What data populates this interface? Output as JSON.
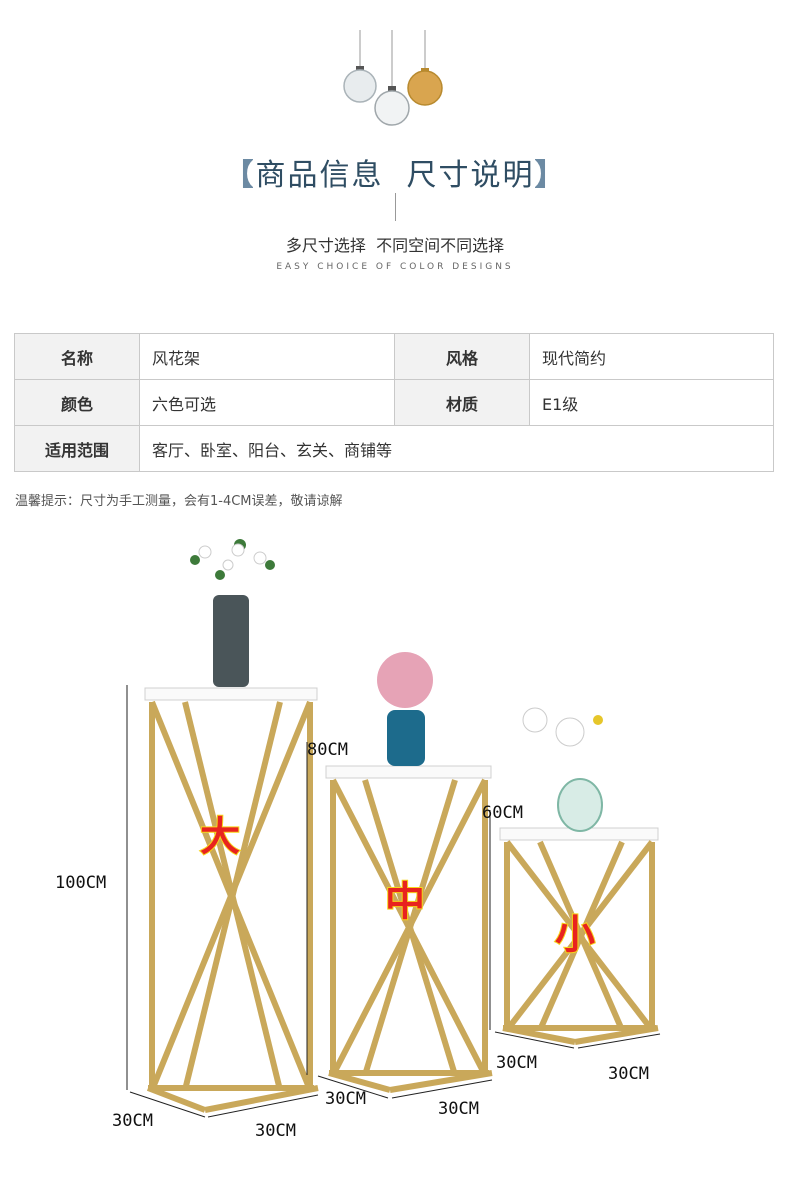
{
  "header": {
    "title_left_bracket": "【",
    "title": "商品信息  尺寸说明",
    "title_right_bracket": "】",
    "subtitle": "多尺寸选择  不同空间不同选择",
    "tagline": "EASY CHOICE OF COLOR DESIGNS"
  },
  "spec_table": {
    "rows": [
      {
        "k1": "名称",
        "v1": "风花架",
        "k2": "风格",
        "v2": "现代简约"
      },
      {
        "k1": "颜色",
        "v1": "六色可选",
        "k2": "材质",
        "v2": "E1级"
      },
      {
        "k1": "适用范围",
        "v1": "客厅、卧室、阳台、玄关、商铺等"
      }
    ]
  },
  "tip": "温馨提示：尺寸为手工测量，会有1-4CM误差，敬请谅解",
  "dimensions": {
    "large_height": "100CM",
    "medium_height": "80CM",
    "small_height": "60CM",
    "large_w": "30CM",
    "large_d": "30CM",
    "medium_w": "30CM",
    "medium_d": "30CM",
    "small_w": "30CM",
    "small_d": "30CM"
  },
  "size_labels": {
    "large": "大",
    "medium": "中",
    "small": "小"
  },
  "colors": {
    "gold": "#c9a85a",
    "heading": "#2f4d63"
  }
}
